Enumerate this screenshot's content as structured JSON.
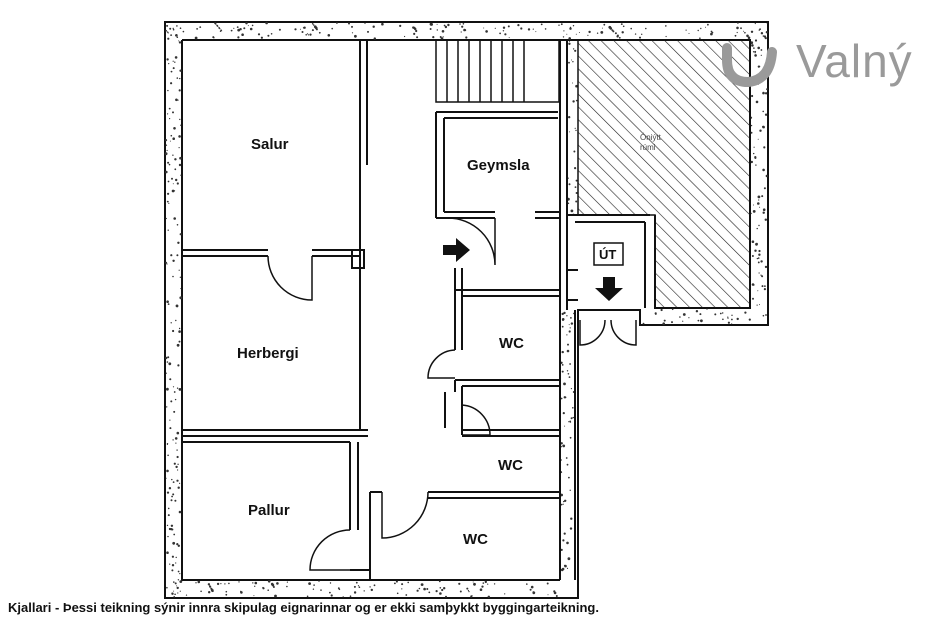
{
  "brand": {
    "name": "Valný",
    "color": "#9a9a9a"
  },
  "rooms": {
    "salur": "Salur",
    "geymsla": "Geymsla",
    "herbergi": "Herbergi",
    "wc1": "WC",
    "wc2": "WC",
    "wc3": "WC",
    "pallur": "Pallur",
    "unused_line1": "Óniýtt",
    "unused_line2": "rúmi"
  },
  "exit": {
    "label": "ÚT"
  },
  "caption": "Kjallari - Þessi teikning sýnir innra skipulag eignarinnar og er ekki samþykkt byggingarteikning.",
  "colors": {
    "wall": "#111111",
    "wall_fill": "#ffffff",
    "hatch": "#222222"
  }
}
